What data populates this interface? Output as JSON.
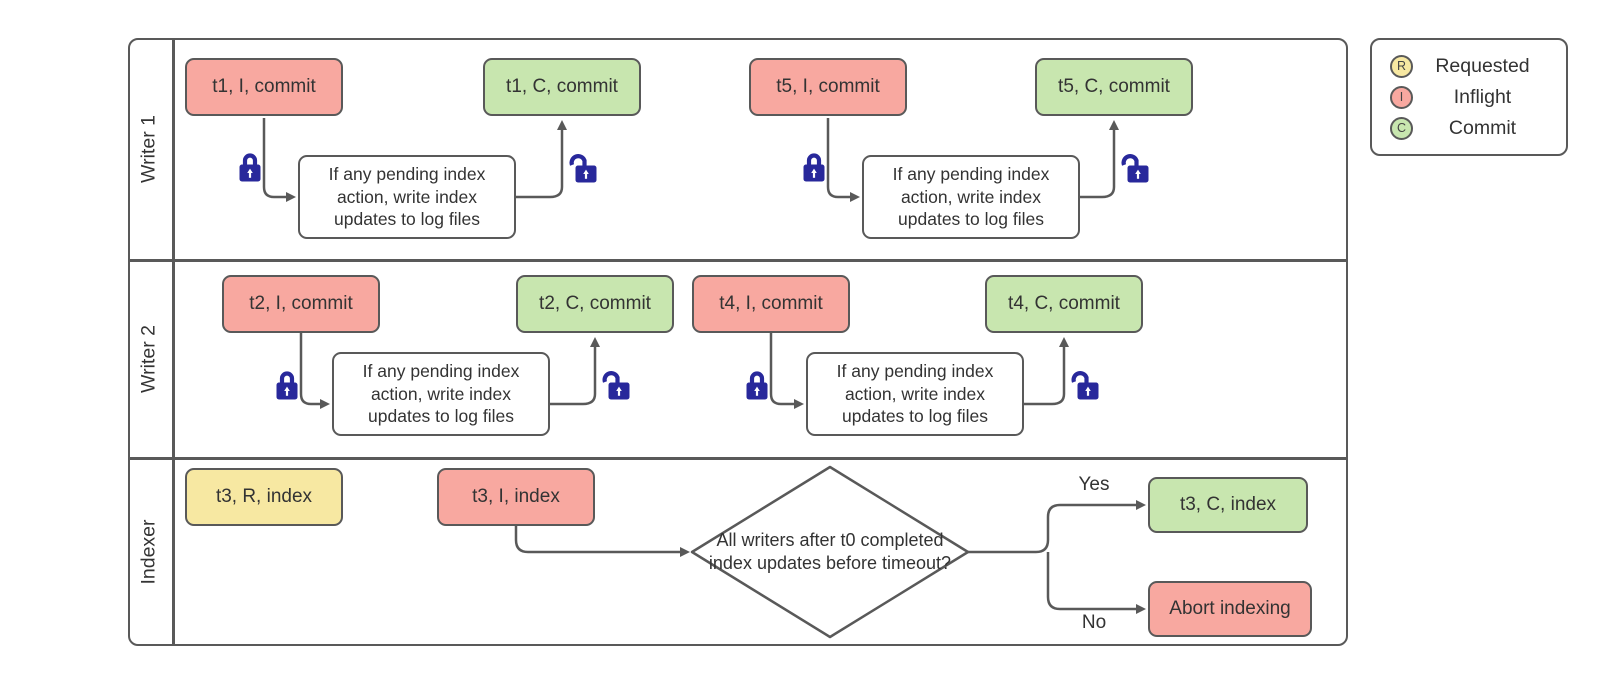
{
  "colors": {
    "inflight": "#F8A8A0",
    "commit": "#C8E6AF",
    "requested": "#F7E8A2",
    "line": "#595959",
    "lock": "#28289B",
    "text": "#333333"
  },
  "lanes": [
    {
      "label": "Writer 1"
    },
    {
      "label": "Writer 2"
    },
    {
      "label": "Indexer"
    }
  ],
  "process_label": "If any pending index action, write index updates to log files",
  "flows": [
    {
      "start": "t1, I, commit",
      "end": "t1, C, commit"
    },
    {
      "start": "t5, I, commit",
      "end": "t5, C, commit"
    },
    {
      "start": "t2, I, commit",
      "end": "t2, C, commit"
    },
    {
      "start": "t4, I, commit",
      "end": "t4, C, commit"
    }
  ],
  "indexer": {
    "requested": "t3, R, index",
    "inflight": "t3, I, index",
    "decision": "All writers after t0 completed index updates before timeout?",
    "yes": "Yes",
    "no": "No",
    "commit": "t3, C, index",
    "abort": "Abort indexing"
  },
  "legend": {
    "items": [
      {
        "letter": "R",
        "label": "Requested"
      },
      {
        "letter": "I",
        "label": "Inflight"
      },
      {
        "letter": "C",
        "label": "Commit"
      }
    ]
  }
}
